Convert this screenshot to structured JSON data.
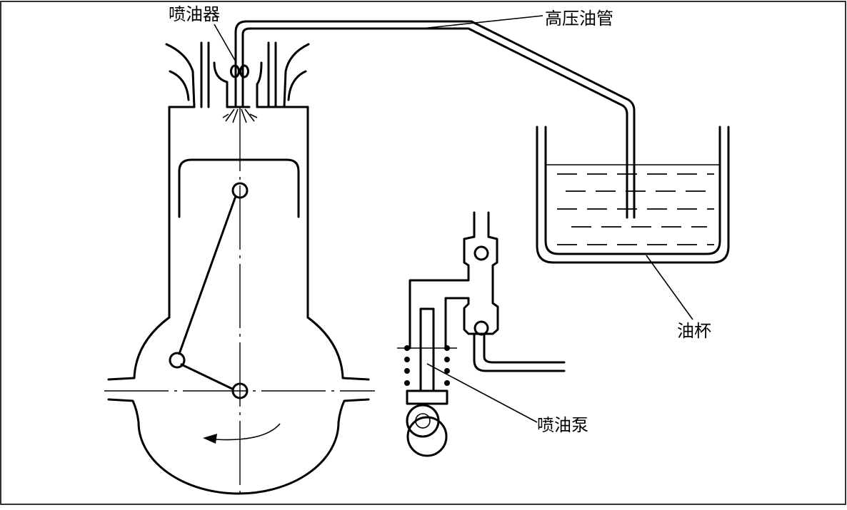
{
  "labels": {
    "injector": "喷油器",
    "high_pressure_pipe": "高压油管",
    "oil_cup": "油杯",
    "injection_pump": "喷油泵"
  },
  "colors": {
    "line": "#000000",
    "background": "#ffffff"
  }
}
